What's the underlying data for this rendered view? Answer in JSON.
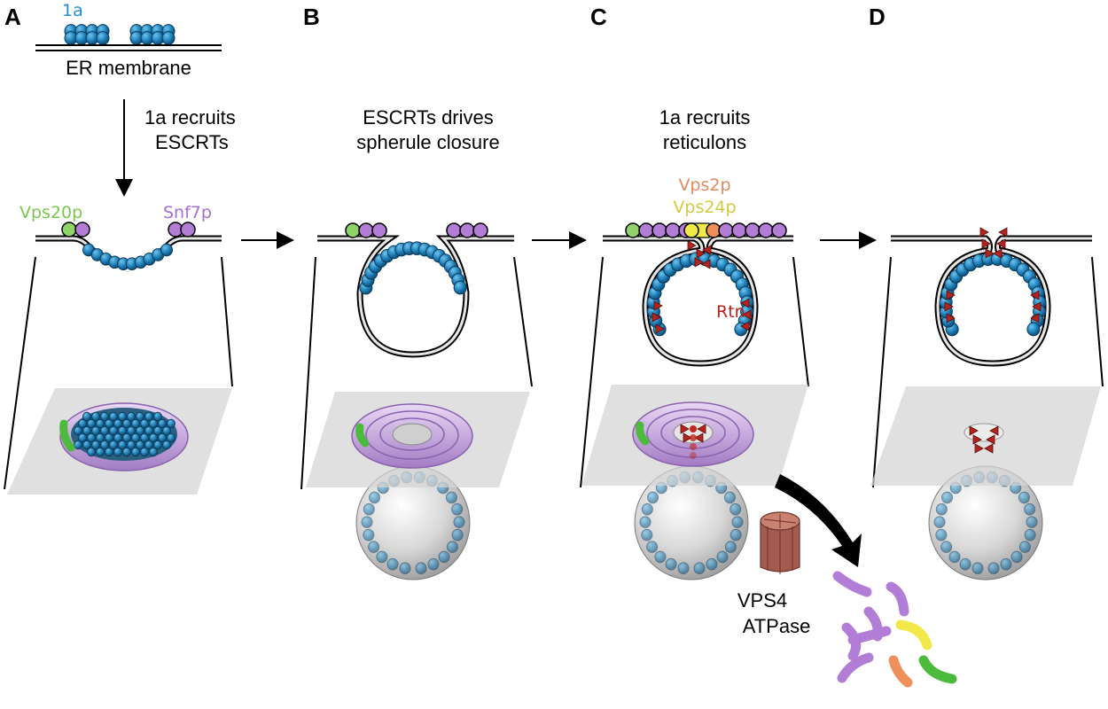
{
  "panels": {
    "A": {
      "letter": "A",
      "protein_label": "1a",
      "membrane_label": "ER membrane",
      "step_caption": [
        "1a recruits",
        "ESCRTs"
      ],
      "label_left": "Vps20p",
      "label_right": "Snf7p"
    },
    "B": {
      "letter": "B",
      "step_caption": [
        "ESCRTs drives",
        "spherule closure"
      ]
    },
    "C": {
      "letter": "C",
      "step_caption": [
        "1a recruits",
        "reticulons"
      ],
      "label_top1": "Vps2p",
      "label_top2": "Vps24p",
      "label_rtn": "Rtn",
      "atpase_label": [
        "VPS4",
        "ATPase"
      ]
    },
    "D": {
      "letter": "D"
    }
  },
  "colors": {
    "protein_1a": "#1e8fcb",
    "vps20p": "#8fd36a",
    "snf7p": "#b27dd6",
    "vps2p": "#ef8f5b",
    "vps24p": "#f1e84a",
    "reticulon": "#b5231d",
    "vps4": "#b56b5f",
    "green_fragment": "#4cbb3d"
  }
}
